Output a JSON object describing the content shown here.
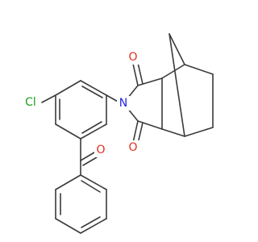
{
  "molecule": {
    "colors": {
      "bond": "#3a3a3a",
      "oxygen": "#e0301e",
      "nitrogen": "#2424e0",
      "chlorine": "#1c9e1c",
      "background": "#ffffff"
    },
    "atoms": {
      "o_top": {
        "symbol": "O",
        "element": "oxygen"
      },
      "o_bottom": {
        "symbol": "O",
        "element": "oxygen"
      },
      "o_ketone": {
        "symbol": "O",
        "element": "oxygen"
      },
      "n_imide": {
        "symbol": "N",
        "element": "nitrogen"
      },
      "cl": {
        "symbol": "Cl",
        "element": "chlorine"
      }
    }
  }
}
